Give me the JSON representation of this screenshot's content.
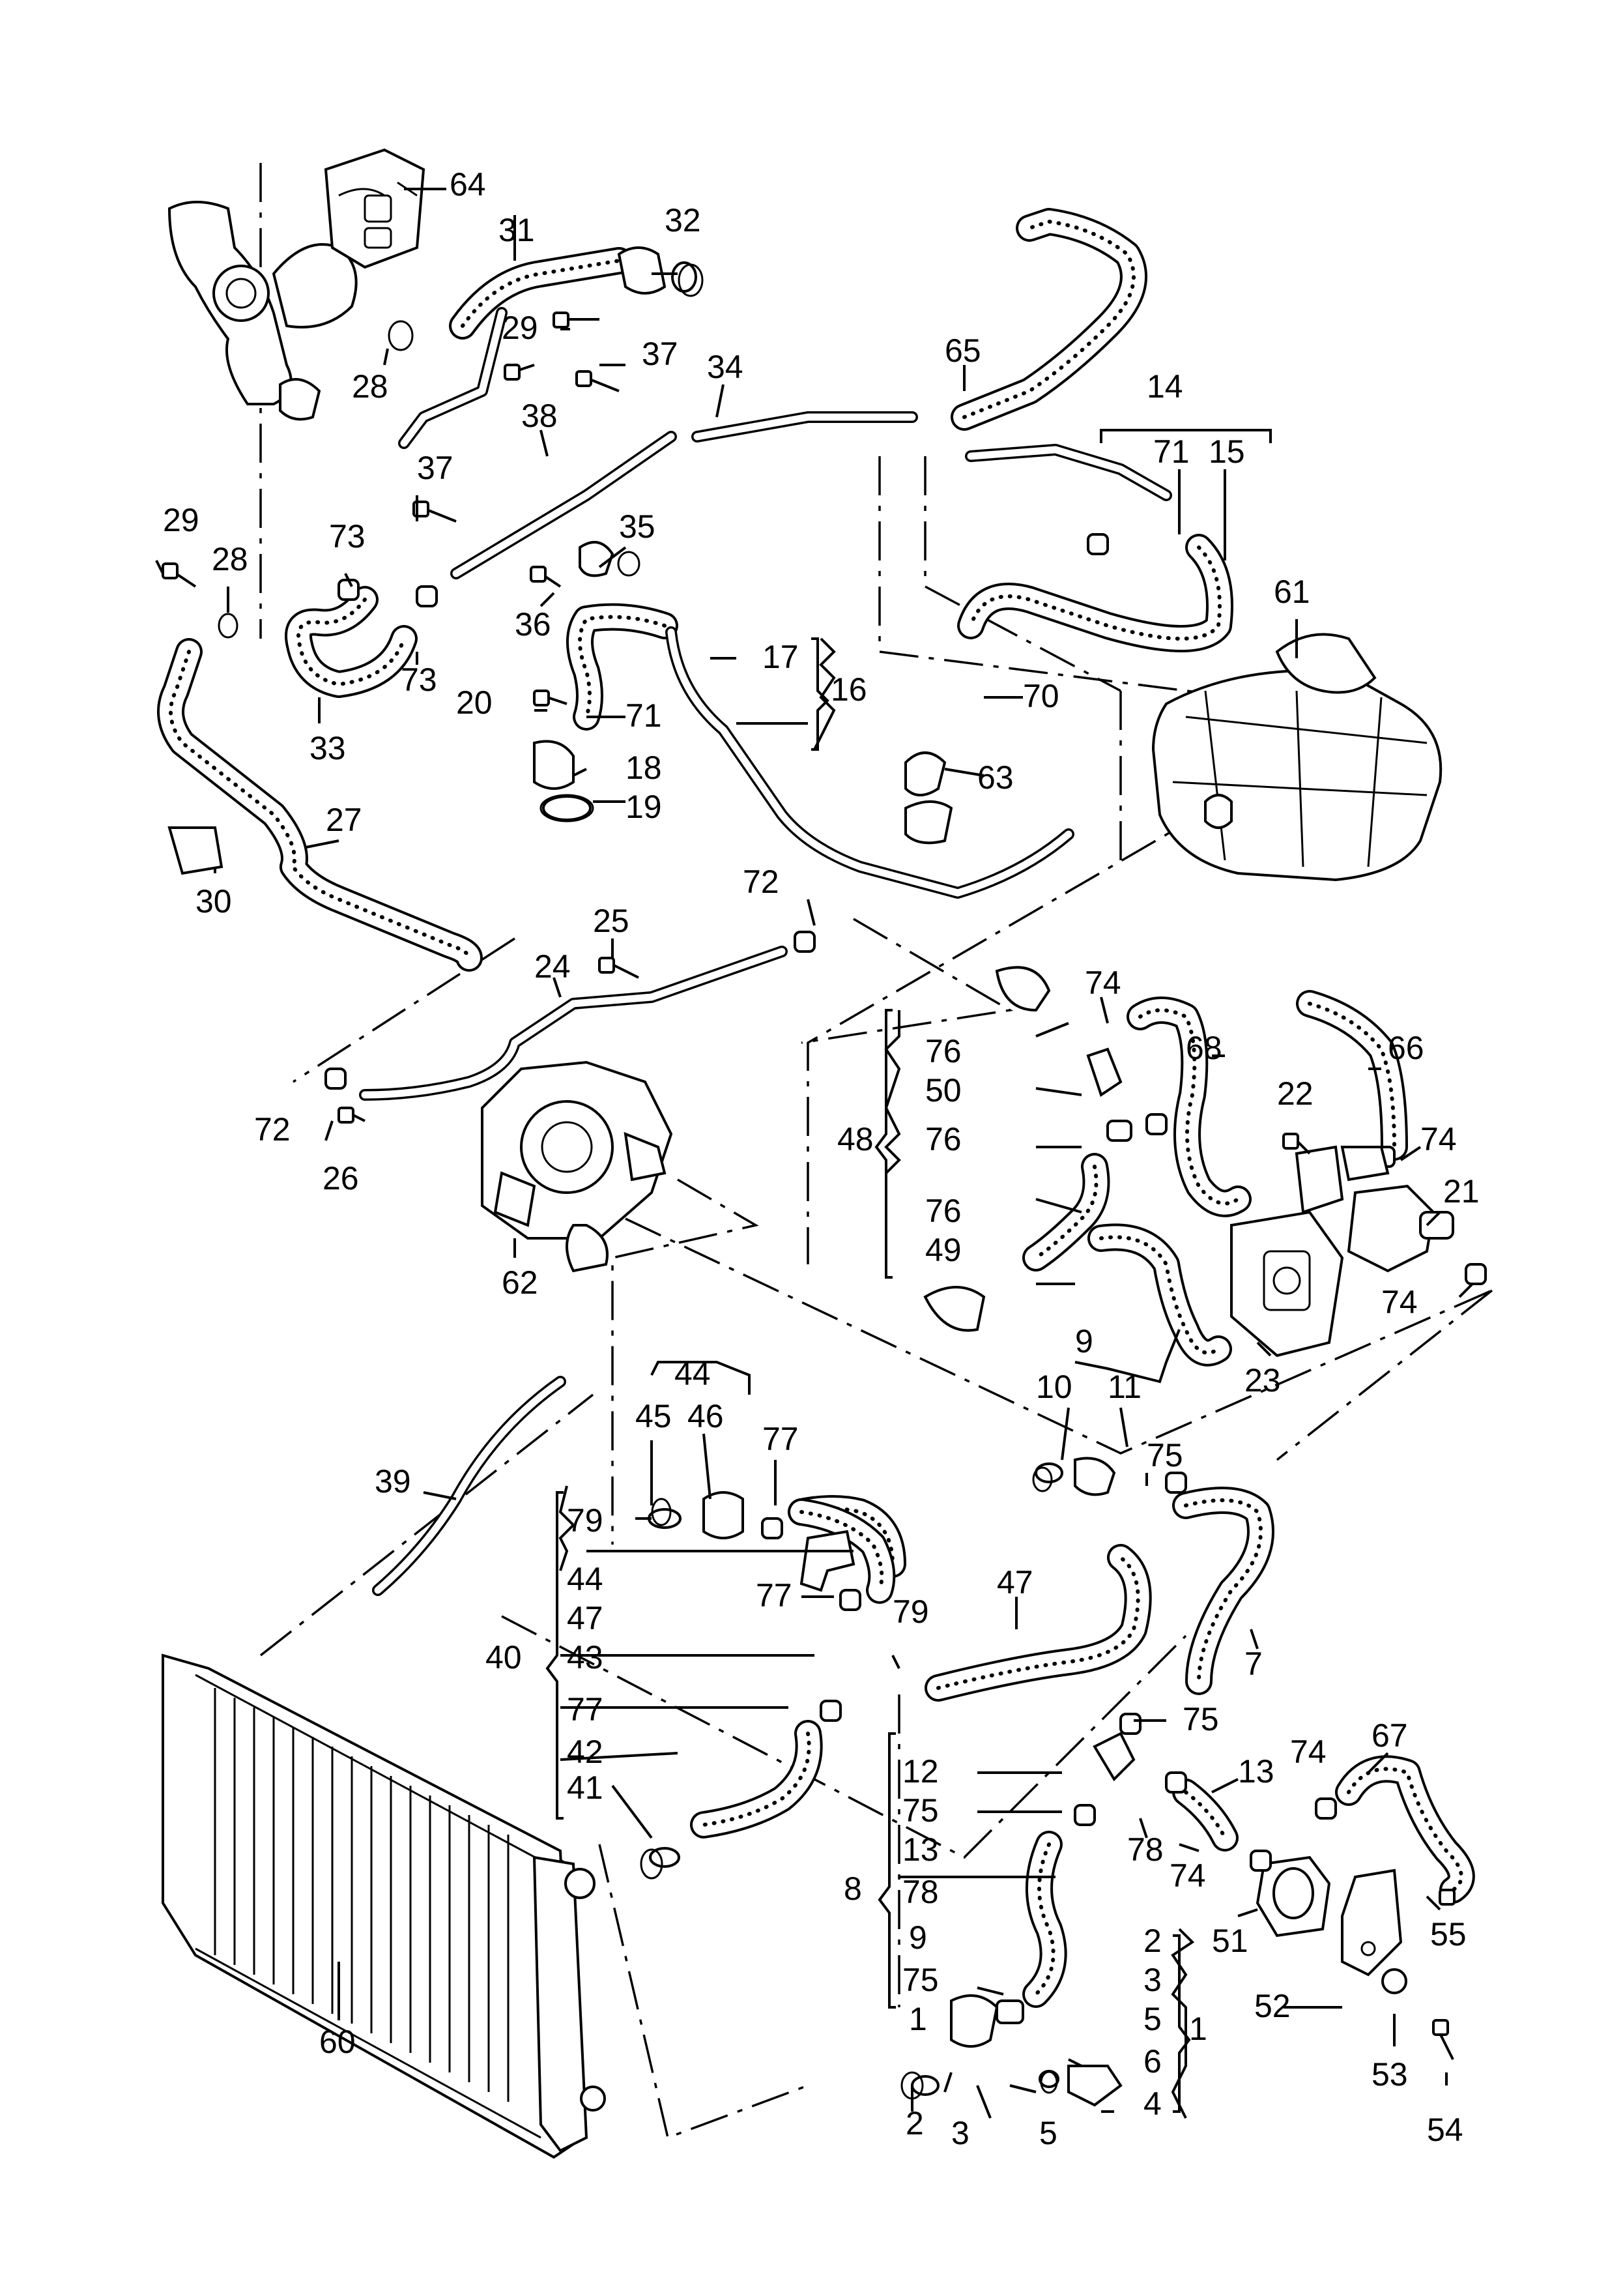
{
  "callouts": [
    {
      "id": "64",
      "text": "64"
    },
    {
      "id": "31",
      "text": "31"
    },
    {
      "id": "32",
      "text": "32"
    },
    {
      "id": "29a",
      "text": "29"
    },
    {
      "id": "28a",
      "text": "28"
    },
    {
      "id": "37a",
      "text": "37"
    },
    {
      "id": "34",
      "text": "34"
    },
    {
      "id": "65",
      "text": "65"
    },
    {
      "id": "14",
      "text": "14"
    },
    {
      "id": "71a",
      "text": "71"
    },
    {
      "id": "15",
      "text": "15"
    },
    {
      "id": "38",
      "text": "38"
    },
    {
      "id": "37b",
      "text": "37"
    },
    {
      "id": "29b",
      "text": "29"
    },
    {
      "id": "28b",
      "text": "28"
    },
    {
      "id": "73a",
      "text": "73"
    },
    {
      "id": "35",
      "text": "35"
    },
    {
      "id": "36",
      "text": "36"
    },
    {
      "id": "61",
      "text": "61"
    },
    {
      "id": "73b",
      "text": "73"
    },
    {
      "id": "17",
      "text": "17"
    },
    {
      "id": "16",
      "text": "16"
    },
    {
      "id": "70",
      "text": "70"
    },
    {
      "id": "20",
      "text": "20"
    },
    {
      "id": "71b",
      "text": "71"
    },
    {
      "id": "33",
      "text": "33"
    },
    {
      "id": "18",
      "text": "18"
    },
    {
      "id": "63",
      "text": "63"
    },
    {
      "id": "19",
      "text": "19"
    },
    {
      "id": "27",
      "text": "27"
    },
    {
      "id": "30",
      "text": "30"
    },
    {
      "id": "72a",
      "text": "72"
    },
    {
      "id": "25",
      "text": "25"
    },
    {
      "id": "24",
      "text": "24"
    },
    {
      "id": "74a",
      "text": "74"
    },
    {
      "id": "66",
      "text": "66"
    },
    {
      "id": "76a",
      "text": "76"
    },
    {
      "id": "68",
      "text": "68"
    },
    {
      "id": "50",
      "text": "50"
    },
    {
      "id": "22",
      "text": "22"
    },
    {
      "id": "72b",
      "text": "72"
    },
    {
      "id": "48",
      "text": "48"
    },
    {
      "id": "76b",
      "text": "76"
    },
    {
      "id": "74b",
      "text": "74"
    },
    {
      "id": "26",
      "text": "26"
    },
    {
      "id": "21",
      "text": "21"
    },
    {
      "id": "76c",
      "text": "76"
    },
    {
      "id": "49",
      "text": "49"
    },
    {
      "id": "62",
      "text": "62"
    },
    {
      "id": "74c",
      "text": "74"
    },
    {
      "id": "9a",
      "text": "9"
    },
    {
      "id": "23",
      "text": "23"
    },
    {
      "id": "44a",
      "text": "44"
    },
    {
      "id": "10",
      "text": "10"
    },
    {
      "id": "11",
      "text": "11"
    },
    {
      "id": "45",
      "text": "45"
    },
    {
      "id": "46",
      "text": "46"
    },
    {
      "id": "77a",
      "text": "77"
    },
    {
      "id": "75a",
      "text": "75"
    },
    {
      "id": "39",
      "text": "39"
    },
    {
      "id": "79a",
      "text": "79"
    },
    {
      "id": "44b",
      "text": "44"
    },
    {
      "id": "47a",
      "text": "47"
    },
    {
      "id": "40",
      "text": "40"
    },
    {
      "id": "43",
      "text": "43"
    },
    {
      "id": "77b",
      "text": "77"
    },
    {
      "id": "79b",
      "text": "79"
    },
    {
      "id": "47b",
      "text": "47"
    },
    {
      "id": "7",
      "text": "7"
    },
    {
      "id": "77c",
      "text": "77"
    },
    {
      "id": "75b",
      "text": "75"
    },
    {
      "id": "67",
      "text": "67"
    },
    {
      "id": "42",
      "text": "42"
    },
    {
      "id": "74d",
      "text": "74"
    },
    {
      "id": "12",
      "text": "12"
    },
    {
      "id": "13a",
      "text": "13"
    },
    {
      "id": "41",
      "text": "41"
    },
    {
      "id": "75c",
      "text": "75"
    },
    {
      "id": "13b",
      "text": "13"
    },
    {
      "id": "78a",
      "text": "78"
    },
    {
      "id": "74e",
      "text": "74"
    },
    {
      "id": "8",
      "text": "8"
    },
    {
      "id": "78b",
      "text": "78"
    },
    {
      "id": "55",
      "text": "55"
    },
    {
      "id": "9b",
      "text": "9"
    },
    {
      "id": "51",
      "text": "51"
    },
    {
      "id": "2a",
      "text": "2"
    },
    {
      "id": "75d",
      "text": "75"
    },
    {
      "id": "3a",
      "text": "3"
    },
    {
      "id": "52",
      "text": "52"
    },
    {
      "id": "1a",
      "text": "1"
    },
    {
      "id": "5a",
      "text": "5"
    },
    {
      "id": "1b",
      "text": "1"
    },
    {
      "id": "60",
      "text": "60"
    },
    {
      "id": "6",
      "text": "6"
    },
    {
      "id": "53",
      "text": "53"
    },
    {
      "id": "4",
      "text": "4"
    },
    {
      "id": "2b",
      "text": "2"
    },
    {
      "id": "3b",
      "text": "3"
    },
    {
      "id": "5b",
      "text": "5"
    },
    {
      "id": "54",
      "text": "54"
    }
  ]
}
